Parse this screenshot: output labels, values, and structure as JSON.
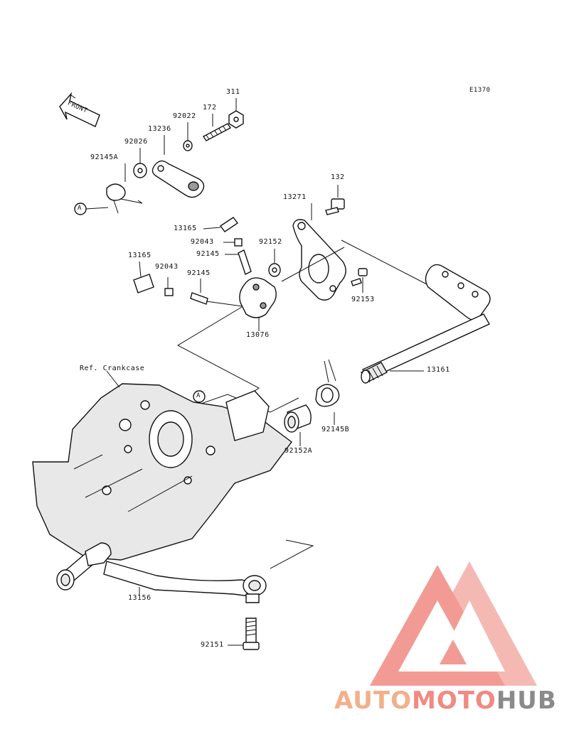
{
  "diagram_code": "E1370",
  "front_label": "FRONT",
  "ref_label": "Ref. Crankcase",
  "callout_a": "A",
  "parts": {
    "p311": "311",
    "p172": "172",
    "p92022": "92022",
    "p13236": "13236",
    "p92026": "92026",
    "p92145a": "92145A",
    "p132": "132",
    "p13271": "13271",
    "p13165_top": "13165",
    "p92043_top": "92043",
    "p92152": "92152",
    "p92145_top": "92145",
    "p13165_left": "13165",
    "p92043_left": "92043",
    "p92145_left": "92145",
    "p92153": "92153",
    "p13076": "13076",
    "p13161": "13161",
    "p92145b": "92145B",
    "p92152a": "92152A",
    "p13156": "13156",
    "p92151": "92151"
  },
  "watermark": {
    "part1": "AUTO",
    "part2": "MOTO",
    "part3": "HUB",
    "color1": "#f2b08a",
    "color2": "#f08a82",
    "color3": "#8a8a8a"
  }
}
